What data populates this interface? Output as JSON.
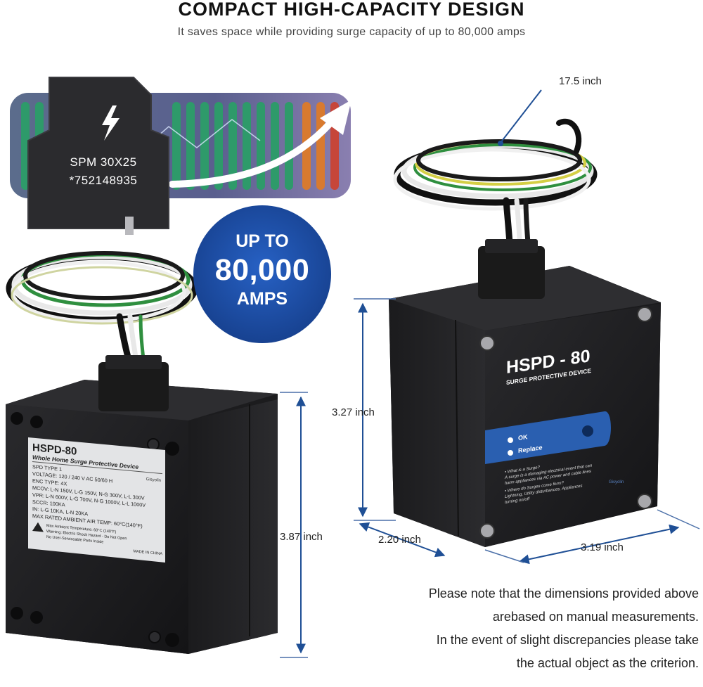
{
  "header": {
    "title": "COMPACT HIGH-CAPACITY DESIGN",
    "subtitle": "It saves space while providing surge capacity of up to 80,000 amps"
  },
  "module": {
    "line1": "SPM 30X25",
    "line2": "*752148935"
  },
  "badge": {
    "line1": "UP TO",
    "line2": "80,000",
    "line3": "AMPS"
  },
  "left_device": {
    "label_title": "HSPD-80",
    "label_subtitle": "Whole Home Surge Protective Device",
    "brand": "Gisyolin",
    "spec_lines": [
      "SPD TYPE 1",
      "VOLTAGE: 120 / 240 V  AC    50/60 H",
      "ENC TYPE: 4X",
      "MCOV: L-N 150V, L-G 150V, N-G 300V, L-L 300V",
      "VPR: L-N 600V, L-G 700V, N-G 1000V, L-L 1000V",
      "SCCR: 100KA",
      "IN: L-G 10KA, L-N 20KA",
      "MAX RATED AMBIENT AIR TEMP: 60°C(140°F)"
    ],
    "warnings": [
      "Max Ambient Temperature: 60°C (140°F)",
      "Warning: Electric Shock Hazard - Do Not Open",
      "No User-Serviceable Parts Inside"
    ],
    "made_in": "MADE IN CHINA"
  },
  "right_device": {
    "model": "HSPD - 80",
    "subtitle": "SURGE PROTECTIVE DEVICE",
    "status_ok": "OK",
    "status_replace": "Replace",
    "faq_lines": [
      "• What is a Surge?",
      "A surge is a damaging electrical event that can",
      "harm appliances via AC power and cable lines",
      "• Where do Surges come form?",
      "Lightning, Utility disturbances, Appliances",
      "turning on/off"
    ],
    "brand": "Gisyolin"
  },
  "dimensions": {
    "wire_length": "17.5 inch",
    "height_right": "3.27 inch",
    "depth_right": "2.20 inch",
    "width_right": "3.19 inch",
    "height_left": "3.87 inch"
  },
  "note_lines": [
    "Please note that the dimensions provided above",
    "arebased on manual measurements.",
    "In the event of slight discrepancies please take",
    "the actual object as the criterion."
  ],
  "colors": {
    "badge_blue": "#1d4fa6",
    "device_black": "#1e1e20",
    "status_strip_blue": "#2a5fb0",
    "dim_line_blue": "#1f4f95"
  }
}
